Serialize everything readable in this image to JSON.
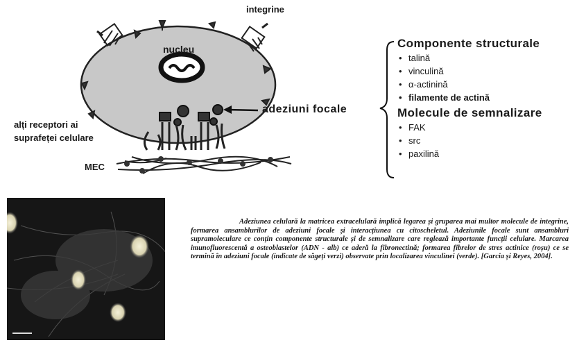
{
  "labels": {
    "integrine": "integrine",
    "nucleu": "nucleu",
    "adeziuni_focale": "adeziuni focale",
    "alti_receptori": "alți receptori ai",
    "suprafetei": "suprafeței celulare",
    "mec": "MEC"
  },
  "list": {
    "structural_title": "Componente structurale",
    "structural_items": [
      "talină",
      "vinculină",
      "α-actinină",
      "filamente de actină"
    ],
    "signaling_title": "Molecule de semnalizare",
    "signaling_items": [
      "FAK",
      "src",
      "paxilină"
    ],
    "bullet": "•"
  },
  "caption": "Adeziunea celulară la matricea extracelulară implică legarea și gruparea mai multor molecule de integrine, formarea ansamblurilor de adeziuni focale și interacțiunea cu citoscheletul. Adeziunile focale sunt ansambluri supramoleculare ce conțin componente structurale și de semnalizare care reglează importante funcții celulare. Marcarea imunofluorescentă a osteoblastelor (ADN - alb) ce aderă la fibronectină; formarea fibrelor de stres actinice (roșu) ce se termină în adeziuni focale (indicate de săgeți verzi) observate prin localizarea vinculinei (verde). [Garcia și Reyes, 2004].",
  "colors": {
    "cell_fill": "#c8c8c8",
    "outline": "#222222",
    "micrograph_bg": "#161616",
    "nucleus_glow": "#e8e2c4"
  }
}
